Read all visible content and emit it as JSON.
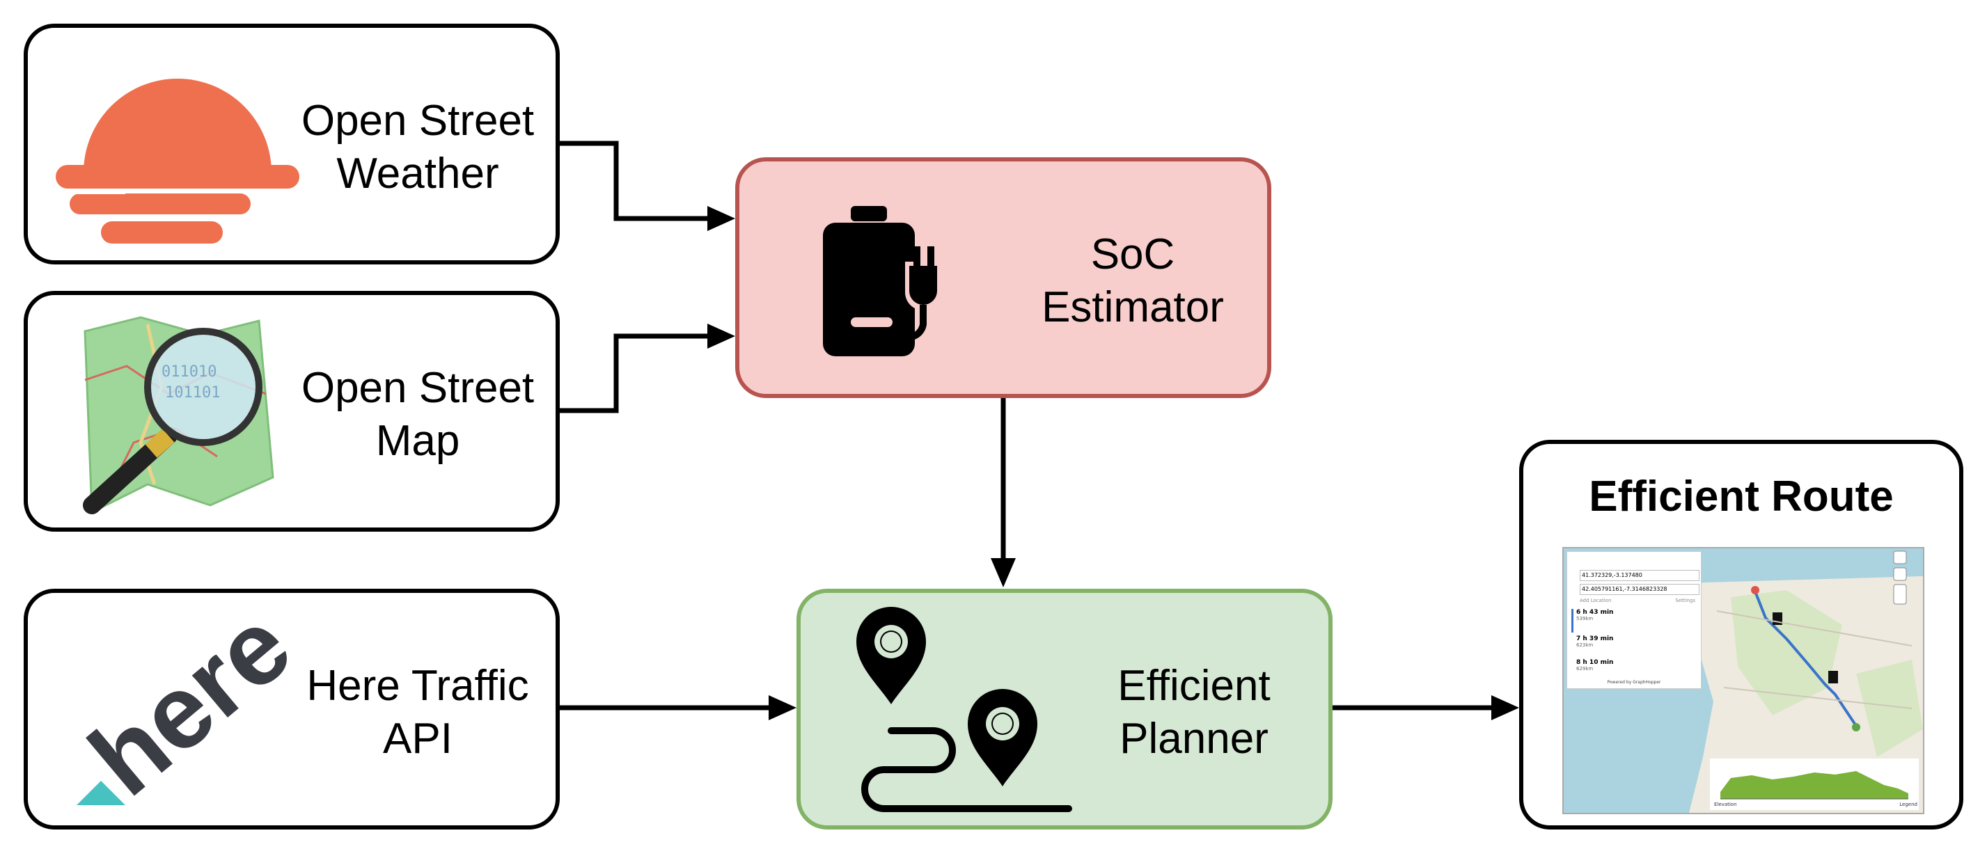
{
  "nodes": {
    "weather": {
      "line1": "Open Street",
      "line2": "Weather",
      "icon": "sun-setting-icon"
    },
    "osm": {
      "line1": "Open Street",
      "line2": "Map",
      "icon": "map-magnifier-icon"
    },
    "here": {
      "line1": "Here Traffic",
      "line2": "API",
      "icon": "here-logo"
    },
    "soc": {
      "line1": "SoC",
      "line2": "Estimator",
      "icon": "battery-plug-icon"
    },
    "planner": {
      "line1": "Efficient",
      "line2": "Planner",
      "icon": "route-pins-icon"
    },
    "route": {
      "title": "Efficient Route",
      "icon": "route-map-screenshot"
    }
  },
  "route_screenshot": {
    "from": "41.372329,-3.137480",
    "to": "42.405791161,-7.3146823328",
    "add_location": "Add Location",
    "settings": "Settings",
    "options": [
      {
        "time": "6 h 43 min",
        "distance": "539km"
      },
      {
        "time": "7 h 39 min",
        "distance": "623km"
      },
      {
        "time": "8 h 10 min",
        "distance": "629km"
      }
    ],
    "powered_by": "Powered by GraphHopper",
    "legend": "Legend",
    "elevation": "Elevation"
  },
  "colors": {
    "soc_fill": "#f8cecc",
    "soc_border": "#b85450",
    "planner_fill": "#d5e8d4",
    "planner_border": "#82b366",
    "weather_icon": "#ee704f",
    "here_dark": "#3b3d45",
    "here_teal": "#48c1c1"
  }
}
